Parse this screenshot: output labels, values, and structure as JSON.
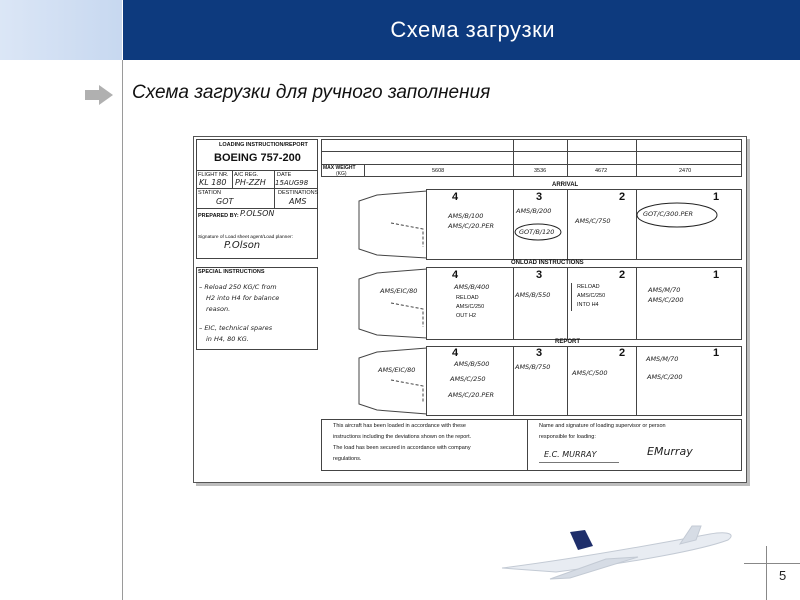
{
  "header": {
    "title": "Схема загрузки"
  },
  "subtitle": "Схема загрузки для ручного заполнения",
  "page_number": "5",
  "form": {
    "title": "LOADING INSTRUCTION/REPORT",
    "aircraft": "BOEING 757-200",
    "flight_label": "FLIGHT NR.",
    "flight_value": "KL 180",
    "reg_label": "A/C REG.",
    "reg_value": "PH-ZZH",
    "date_label": "DATE",
    "date_value": "15AUG98",
    "station_label": "STATION",
    "station_value": "GOT",
    "dest_label": "DESTINATIONS",
    "dest_value": "AMS",
    "prepared_label": "PREPARED BY:",
    "prepared_value": "P.OLSON",
    "sig_label": "Signature of Load sheet agent/Load planner:",
    "sig_value": "P.Olson",
    "special_label": "SPECIAL INSTRUCTIONS",
    "special_1": "– Reload 250 KG/C from",
    "special_2": "H2 into H4 for balance",
    "special_3": "reason.",
    "special_4": "– EIC, technical spares",
    "special_5": "in H4, 80 KG.",
    "max_weight_label": "MAX WEIGHT",
    "max_weight_unit": "(KG)",
    "max_weights": [
      "5608",
      "3536",
      "4672",
      "2470"
    ],
    "sections": {
      "arrival": "ARRIVAL",
      "onload": "ONLOAD INSTRUCTIONS",
      "report": "REPORT"
    },
    "holds": {
      "h4": "4",
      "h3": "3",
      "h2": "2",
      "h1": "1"
    },
    "arrival": {
      "h4_1": "AMS/B/100",
      "h4_2": "AMS/C/20.PER",
      "h3_1": "AMS/B/200",
      "h3_2": "GOT/B/120",
      "h2_1": "AMS/C/750",
      "h1_1": "GOT/C/300.PER"
    },
    "onload": {
      "tail": "AMS/EIC/80",
      "h4_1": "AMS/B/400",
      "h4_2": "RELOAD",
      "h4_3": "AMS/C/250",
      "h4_4": "OUT H2",
      "h3_1": "AMS/B/550",
      "h2_1": "RELOAD",
      "h2_2": "AMS/C/250",
      "h2_3": "INTO H4",
      "h1_1": "AMS/M/70",
      "h1_2": "AMS/C/200"
    },
    "report": {
      "tail": "AMS/EIC/80",
      "h4_1": "AMS/B/500",
      "h4_2": "AMS/C/250",
      "h4_3": "AMS/C/20.PER",
      "h3_1": "AMS/B/750",
      "h2_1": "AMS/C/500",
      "h1_1": "AMS/M/70",
      "h1_2": "AMS/C/200"
    },
    "declaration_1": "This aircraft has been loaded in accordance with these",
    "declaration_2": "instructions including the deviations shown on the report.",
    "declaration_3": "The load has been secured in accordance with company",
    "declaration_4": "regulations.",
    "supervisor_1": "Name and signature of loading supervisor or person",
    "supervisor_2": "responsible for loading:",
    "supervisor_name": "E.C. MURRAY",
    "supervisor_sig": "EMurray"
  }
}
